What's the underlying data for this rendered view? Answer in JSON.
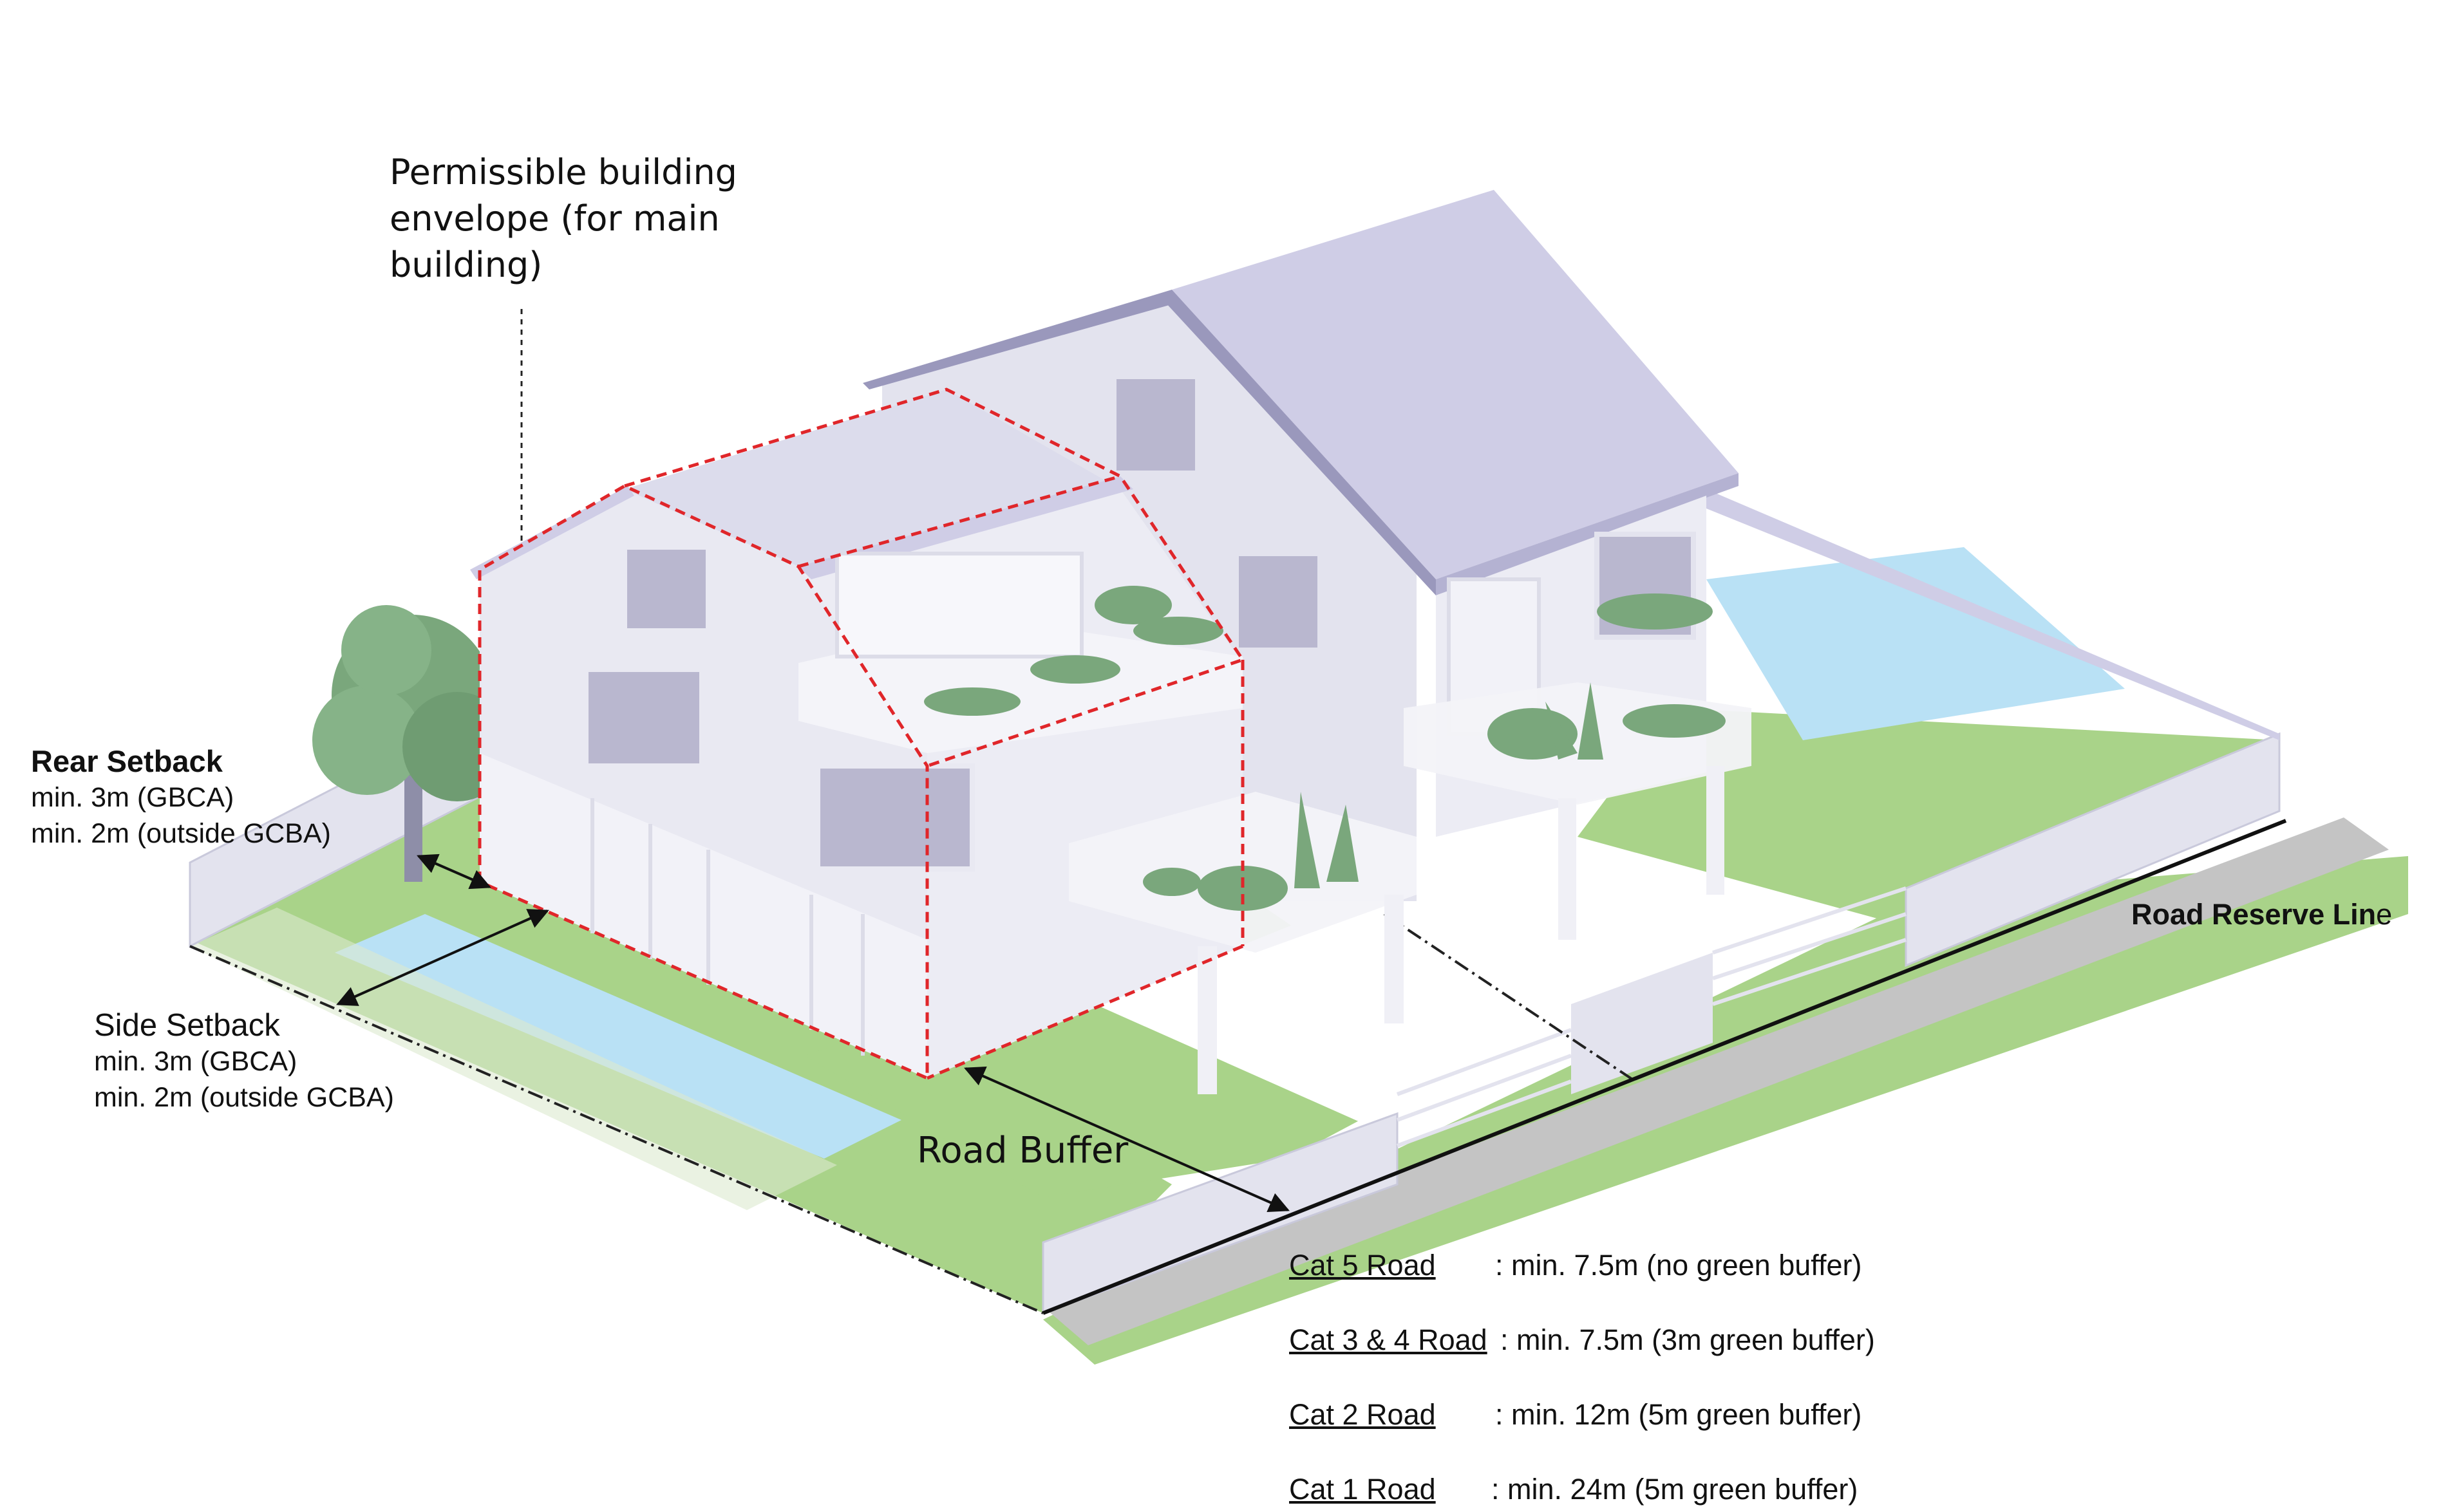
{
  "envelope_label": "Permissible building envelope (for main building)",
  "rear_setback": {
    "title": "Rear Setback",
    "lines": [
      "min. 3m (GBCA)",
      "min. 2m (outside GCBA)"
    ]
  },
  "side_setback": {
    "title": "Side Setback",
    "lines": [
      "min. 3m (GBCA)",
      "min. 2m (outside GCBA)"
    ]
  },
  "road_buffer_label": "Road Buffer",
  "road_reserve_label": {
    "main": "Road Reserve Lin",
    "tail": "e"
  },
  "road_categories": [
    {
      "name": "Cat 5 Road",
      "value": ": min. 7.5m (no green buffer)"
    },
    {
      "name": "Cat 3 & 4 Road",
      "value": ": min. 7.5m (3m green buffer)"
    },
    {
      "name": "Cat 2 Road",
      "value": ": min. 12m (5m green buffer)"
    },
    {
      "name": "Cat 1 Road",
      "value": ": min. 24m (5m green buffer)"
    }
  ],
  "colors": {
    "lawn": "#a9d389",
    "pool": "#b9e1f5",
    "wall": "#e3e3ee",
    "roof": "#cfcde6",
    "roof_edge": "#9a98bc",
    "window": "#b9b7cf",
    "envelope_line": "#e0262a",
    "road_strip": "#c4c4c4",
    "tree": "#7aa77c"
  }
}
